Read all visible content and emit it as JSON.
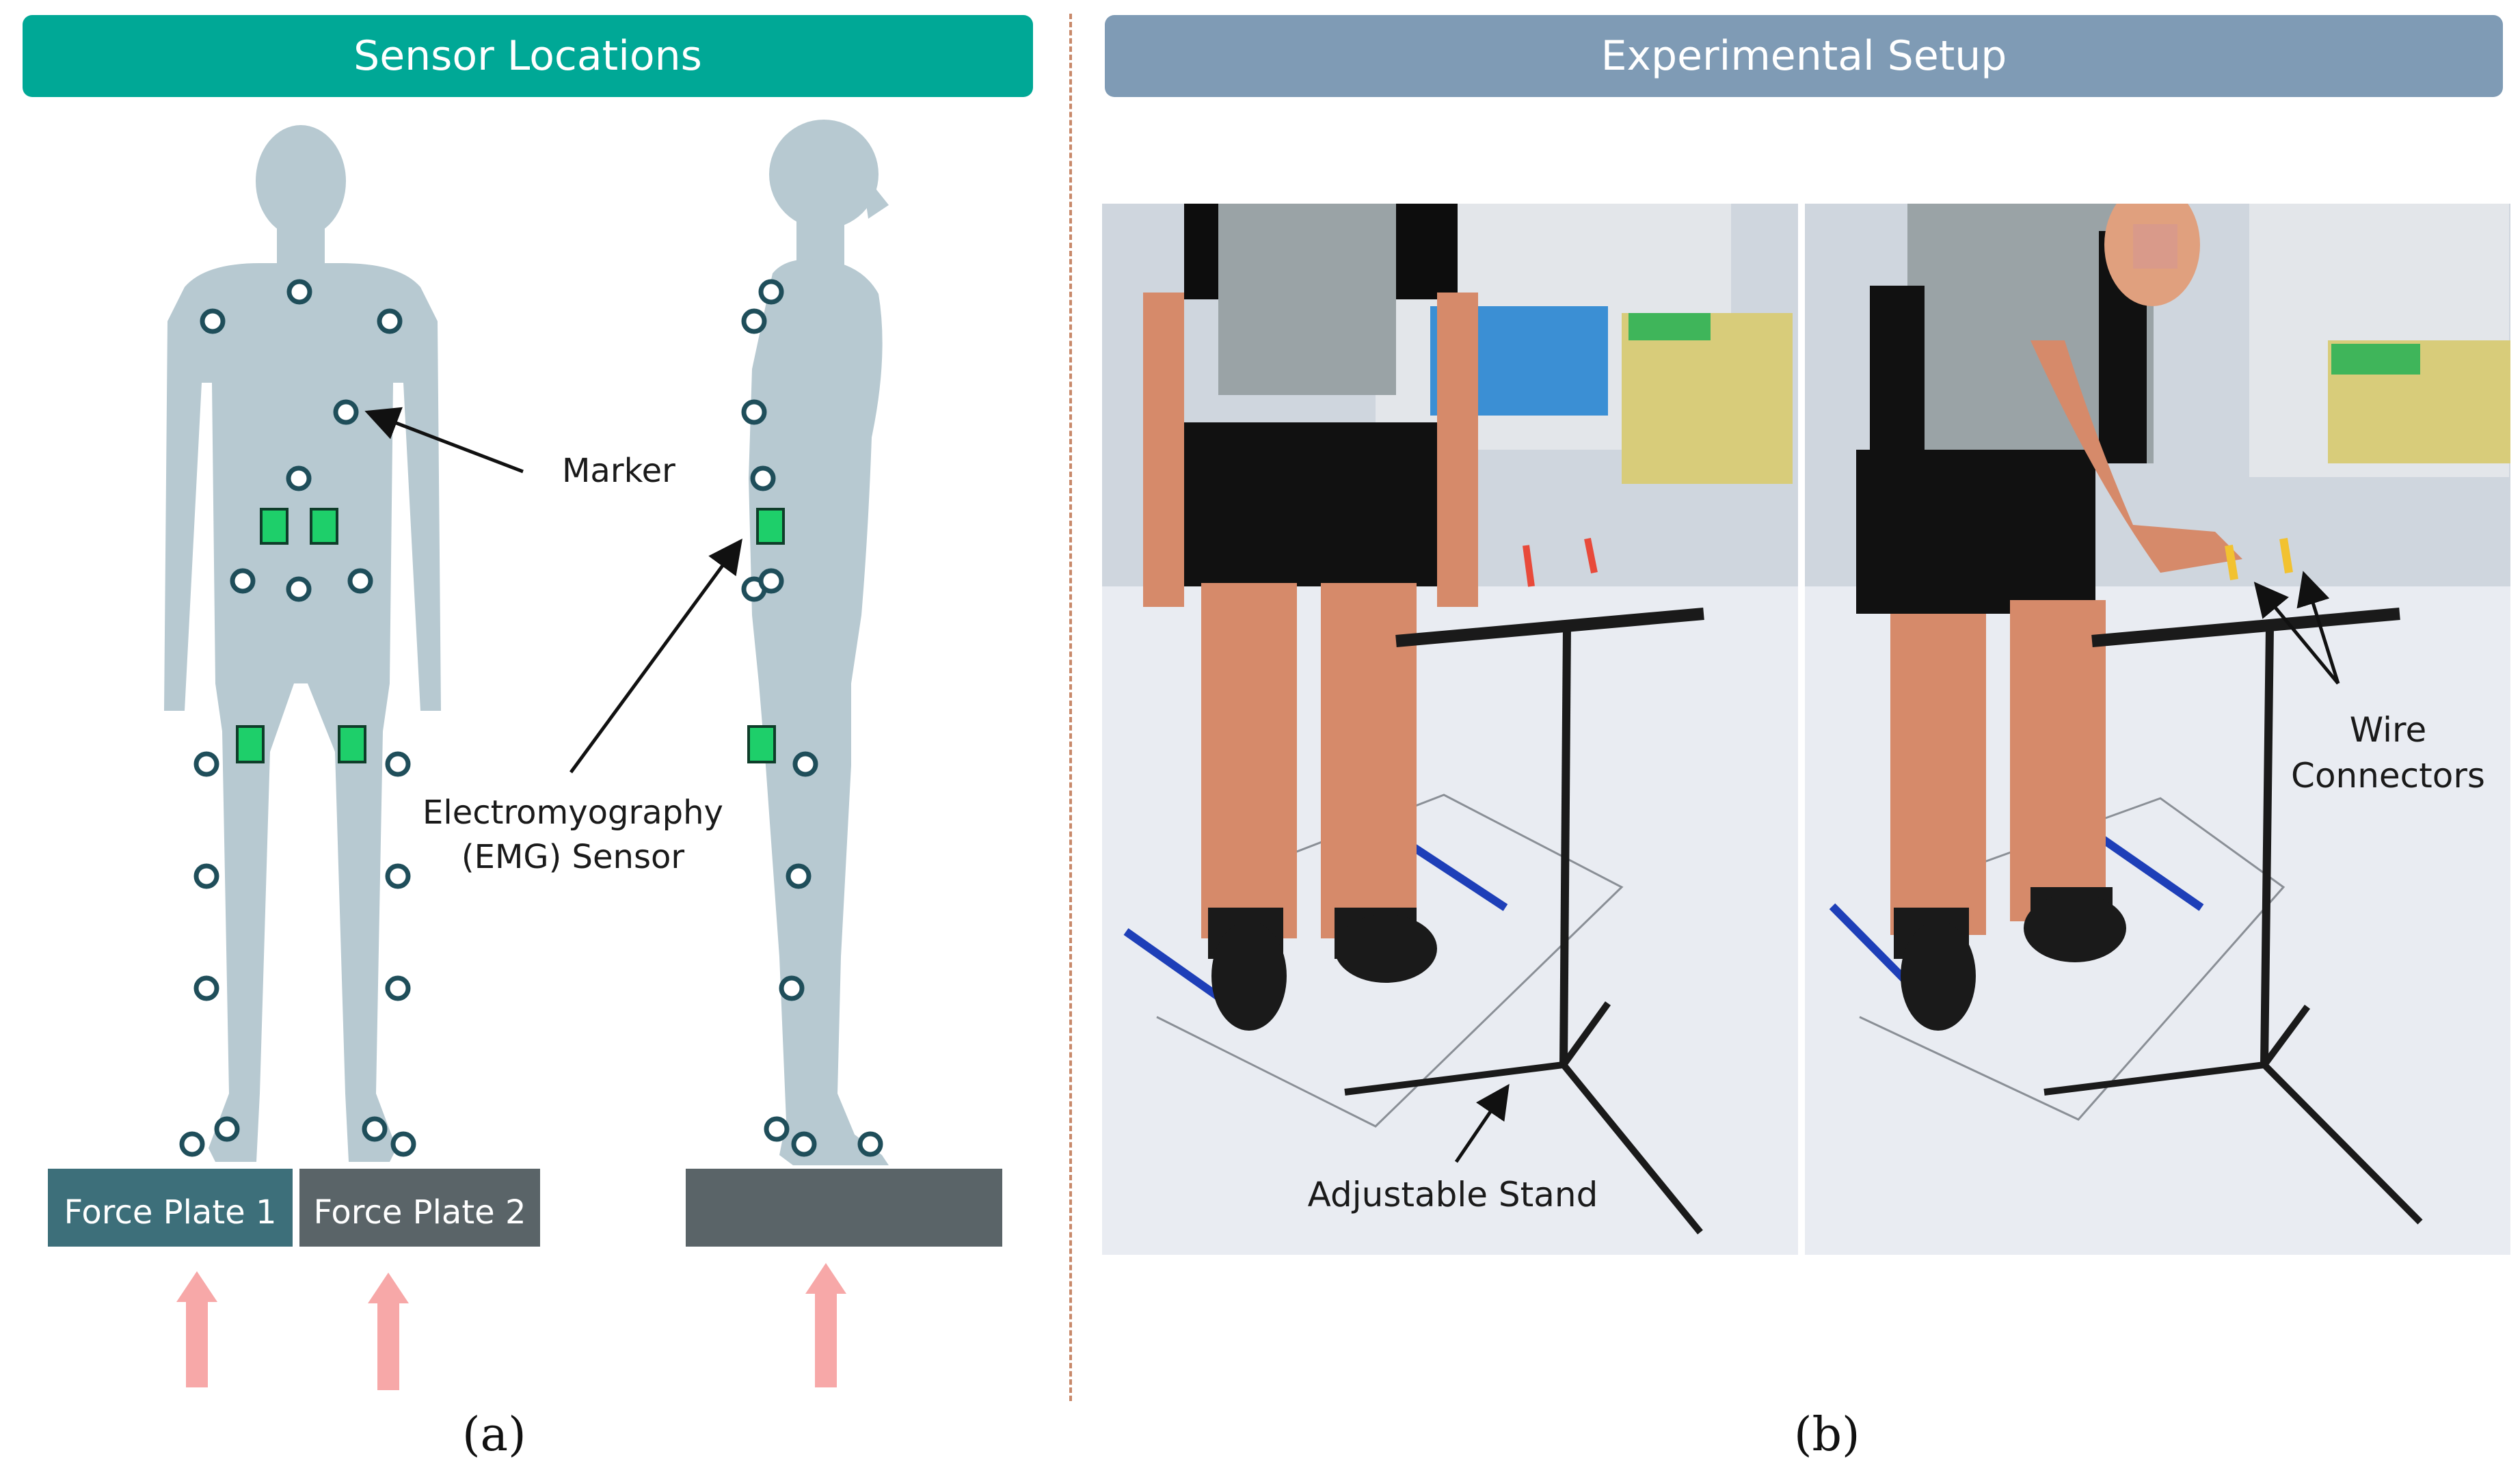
{
  "panel_a": {
    "header": "Sensor Locations",
    "labels": {
      "marker": "Marker",
      "emg_line1": "Electromyography",
      "emg_line2": "(EMG) Sensor"
    },
    "force_plates": [
      "Force Plate 1",
      "Force Plate 2",
      ""
    ],
    "caption": "(a)"
  },
  "panel_b": {
    "header": "Experimental Setup",
    "labels": {
      "adjustable_stand": "Adjustable Stand",
      "wire_line1": "Wire",
      "wire_line2": "Connectors"
    },
    "caption": "(b)"
  },
  "colors": {
    "teal": "#00a896",
    "slate_blue": "#7f9bb5",
    "body_silhouette": "#b7c9d1",
    "marker_ring": "#1f4e5a",
    "emg_green": "#1ecf6a",
    "plate_dark_teal": "#3d6f7a",
    "plate_gray": "#5a6468",
    "arrow_pink": "#f7a8a8"
  }
}
